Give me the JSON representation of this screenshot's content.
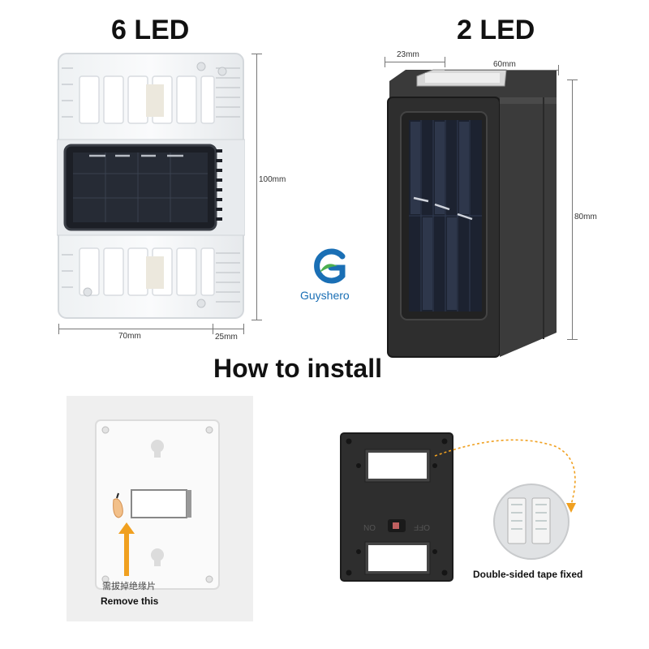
{
  "top": {
    "title_6led": "6 LED",
    "title_2led": "2 LED"
  },
  "dims_6led": {
    "height": "100mm",
    "width": "70mm",
    "depth": "25mm"
  },
  "dims_2led": {
    "depth": "23mm",
    "width": "60mm",
    "height": "80mm"
  },
  "brand": {
    "name": "Guyshero",
    "colors": {
      "blue": "#1a6fb5",
      "green": "#4caf50"
    }
  },
  "install": {
    "heading": "How to install",
    "chinese_note": "需拔掉绝缘片",
    "remove_label": "Remove this",
    "tape_label": "Double-sided tape fixed",
    "switch_on": "ON",
    "switch_off": "OFF"
  },
  "colors": {
    "arrow": "#f0a020",
    "dark_body": "#2e2e2e",
    "solar": "#1c2230"
  }
}
